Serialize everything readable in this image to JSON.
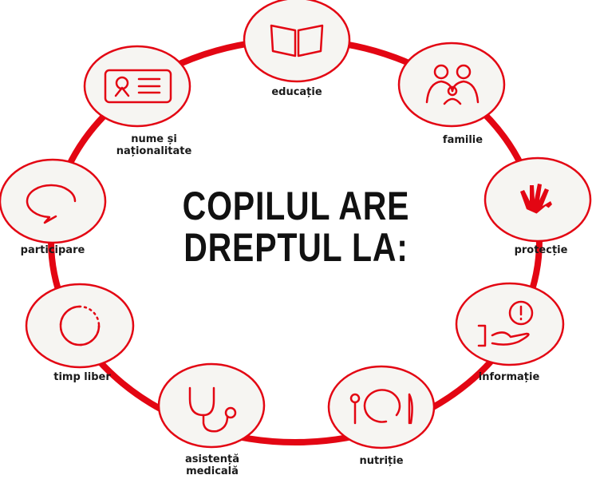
{
  "title": {
    "line1": "COPILUL ARE",
    "line2": "DREPTUL LA:"
  },
  "accent_color": "#e30613",
  "rights": [
    {
      "id": "educatie",
      "label": "educație",
      "icon": "book-icon"
    },
    {
      "id": "familie",
      "label": "familie",
      "icon": "family-icon"
    },
    {
      "id": "protectie",
      "label": "protecție",
      "icon": "hands-icon"
    },
    {
      "id": "informatie",
      "label": "informație",
      "icon": "info-hand-icon"
    },
    {
      "id": "nutritie",
      "label": "nutriție",
      "icon": "plate-cutlery-icon"
    },
    {
      "id": "asistenta",
      "label1": "asistență",
      "label2": "medicală",
      "icon": "stethoscope-icon"
    },
    {
      "id": "timp",
      "label": "timp liber",
      "icon": "clock-icon"
    },
    {
      "id": "participare",
      "label": "participare",
      "icon": "speech-bubble-icon"
    },
    {
      "id": "nume",
      "label1": "nume și",
      "label2": "naționalitate",
      "icon": "id-card-icon"
    }
  ]
}
